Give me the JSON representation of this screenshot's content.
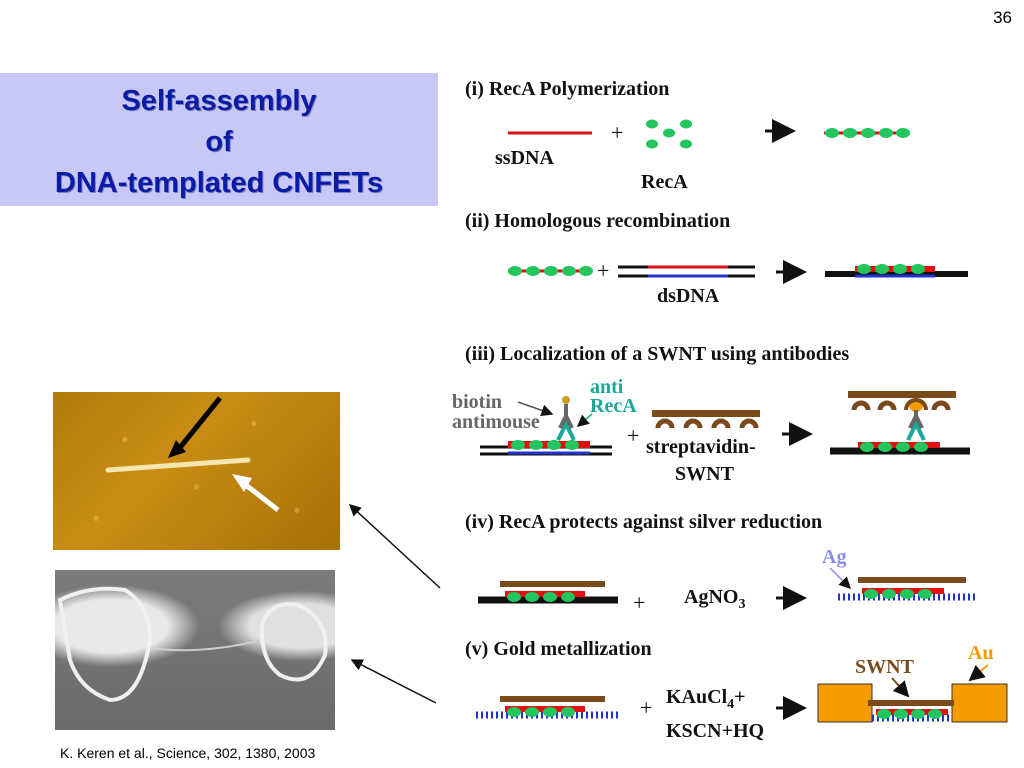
{
  "page_number": "36",
  "title": {
    "line1": "Self-assembly",
    "line2": "of",
    "line3": "DNA-templated CNFETs"
  },
  "steps": {
    "s1": "(i) RecA Polymerization",
    "s2": "(ii) Homologous recombination",
    "s3": "(iii) Localization of a SWNT using antibodies",
    "s4": "(iv) RecA protects against silver reduction",
    "s5": "(v) Gold metallization"
  },
  "labels": {
    "ssdna": "ssDNA",
    "reca": "RecA",
    "dsdna": "dsDNA",
    "biotin": "biotin",
    "antimouse": "antimouse",
    "anti": "anti",
    "anti_reca": "RecA",
    "streptavidin": "streptavidin-",
    "swnt": "SWNT",
    "agno3_main": "AgNO",
    "agno3_sub": "3",
    "ag": "Ag",
    "kaucl_main": "KAuCl",
    "kaucl_sub": "4",
    "kaucl_plus": "+",
    "kscn": "KSCN+HQ",
    "swnt2": "SWNT",
    "au": "Au",
    "plus": "+"
  },
  "citation": "K. Keren et al., Science, 302, 1380, 2003",
  "colors": {
    "title_bg": "#c8c8f8",
    "title_text": "#0a1ba8",
    "reca_green": "#22c55e",
    "dna_red": "#e01010",
    "dna_blue": "#2233cc",
    "gold": "#f59b00",
    "brown": "#7a4a1a",
    "teal": "#1aa89a"
  }
}
